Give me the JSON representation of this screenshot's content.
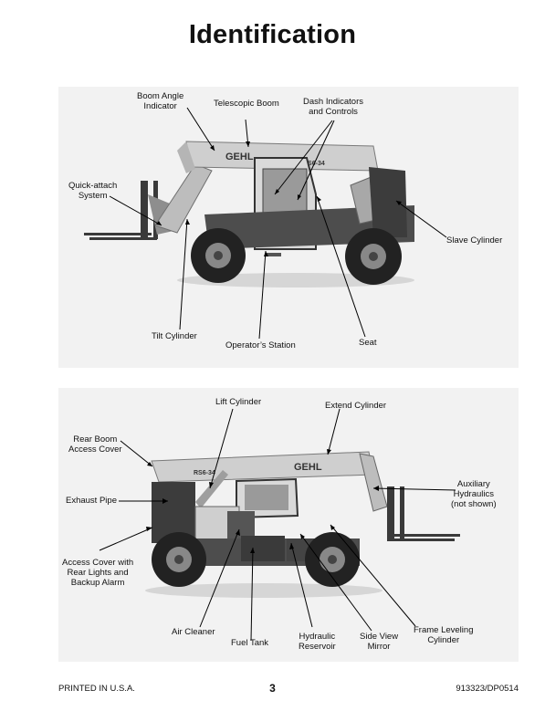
{
  "page_title": "Identification",
  "figure1": {
    "boom_brand": "GEHL",
    "boom_model": "RS6-34",
    "labels": {
      "boom_angle_indicator": [
        "Boom Angle",
        "Indicator"
      ],
      "telescopic_boom": [
        "Telescopic Boom"
      ],
      "dash_indicators": [
        "Dash Indicators",
        "and Controls"
      ],
      "quick_attach": [
        "Quick-attach",
        "System"
      ],
      "slave_cylinder": [
        "Slave Cylinder"
      ],
      "tilt_cylinder": [
        "Tilt Cylinder"
      ],
      "operators_station": [
        "Operator’s Station"
      ],
      "seat": [
        "Seat"
      ]
    }
  },
  "figure2": {
    "boom_brand": "GEHL",
    "boom_model": "RS6-34",
    "labels": {
      "lift_cylinder": [
        "Lift Cylinder"
      ],
      "extend_cylinder": [
        "Extend Cylinder"
      ],
      "rear_boom_cover": [
        "Rear Boom",
        "Access Cover"
      ],
      "auxiliary_hydraulics": [
        "Auxiliary",
        "Hydraulics",
        "(not shown)"
      ],
      "exhaust_pipe": [
        "Exhaust Pipe"
      ],
      "access_cover": [
        "Access Cover with",
        "Rear Lights and",
        "Backup Alarm"
      ],
      "air_cleaner": [
        "Air Cleaner"
      ],
      "fuel_tank": [
        "Fuel Tank"
      ],
      "hydraulic_reservoir": [
        "Hydraulic",
        "Reservoir"
      ],
      "side_view_mirror": [
        "Side View",
        "Mirror"
      ],
      "frame_leveling": [
        "Frame Leveling",
        "Cylinder"
      ]
    }
  },
  "footer": {
    "left": "PRINTED IN U.S.A.",
    "page_number": "3",
    "right": "913323/DP0514"
  }
}
